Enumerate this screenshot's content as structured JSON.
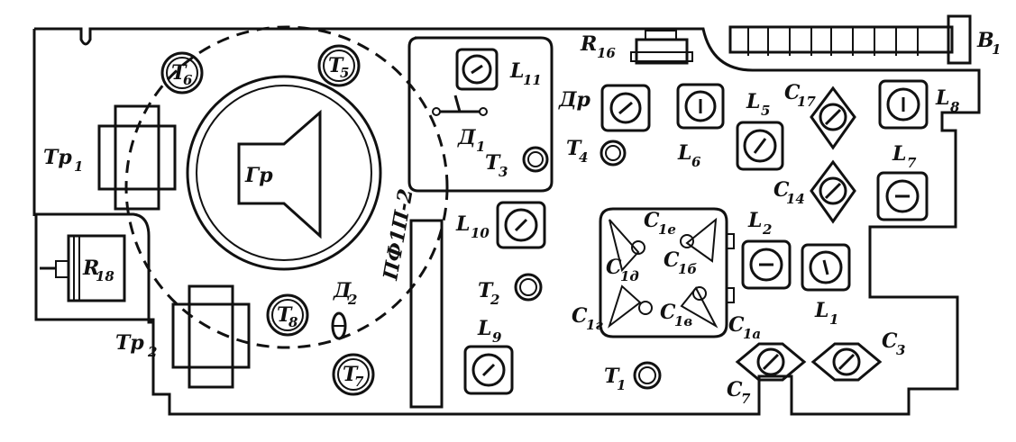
{
  "diagram": {
    "speaker": {
      "label": "Гр"
    },
    "filter_label": "ПФ1П-2",
    "labels": {
      "T6": {
        "main": "T",
        "sub": "6"
      },
      "T5": {
        "main": "T",
        "sub": "5"
      },
      "T8": {
        "main": "T",
        "sub": "8"
      },
      "T7": {
        "main": "T",
        "sub": "7"
      },
      "T4": {
        "main": "T",
        "sub": "4"
      },
      "T3": {
        "main": "T",
        "sub": "3"
      },
      "T2": {
        "main": "T",
        "sub": "2"
      },
      "T1": {
        "main": "T",
        "sub": "1"
      },
      "Tp1": {
        "main": "Tp",
        "sub": "1"
      },
      "Tp2": {
        "main": "Tp",
        "sub": "2"
      },
      "R18": {
        "main": "R",
        "sub": "18"
      },
      "R16": {
        "main": "R",
        "sub": "16"
      },
      "B1": {
        "main": "B",
        "sub": "1"
      },
      "D1": {
        "main": "Д",
        "sub": "1"
      },
      "D2": {
        "main": "Д",
        "sub": "2"
      },
      "Dr": {
        "main": "Др",
        "sub": ""
      },
      "L11": {
        "main": "L",
        "sub": "11"
      },
      "L10": {
        "main": "L",
        "sub": "10"
      },
      "L9": {
        "main": "L",
        "sub": "9"
      },
      "L8": {
        "main": "L",
        "sub": "8"
      },
      "L7": {
        "main": "L",
        "sub": "7"
      },
      "L6": {
        "main": "L",
        "sub": "6"
      },
      "L5": {
        "main": "L",
        "sub": "5"
      },
      "L2": {
        "main": "L",
        "sub": "2"
      },
      "L1": {
        "main": "L",
        "sub": "1"
      },
      "C17": {
        "main": "C",
        "sub": "17"
      },
      "C14": {
        "main": "C",
        "sub": "14"
      },
      "C3": {
        "main": "C",
        "sub": "3"
      },
      "C7": {
        "main": "C",
        "sub": "7"
      },
      "C1a": {
        "main": "C",
        "sub": "1а"
      },
      "C1b": {
        "main": "C",
        "sub": "1б"
      },
      "C1v": {
        "main": "C",
        "sub": "1в"
      },
      "C1g": {
        "main": "C",
        "sub": "1г"
      },
      "C1d": {
        "main": "C",
        "sub": "1д"
      },
      "C1e": {
        "main": "C",
        "sub": "1е"
      }
    }
  }
}
